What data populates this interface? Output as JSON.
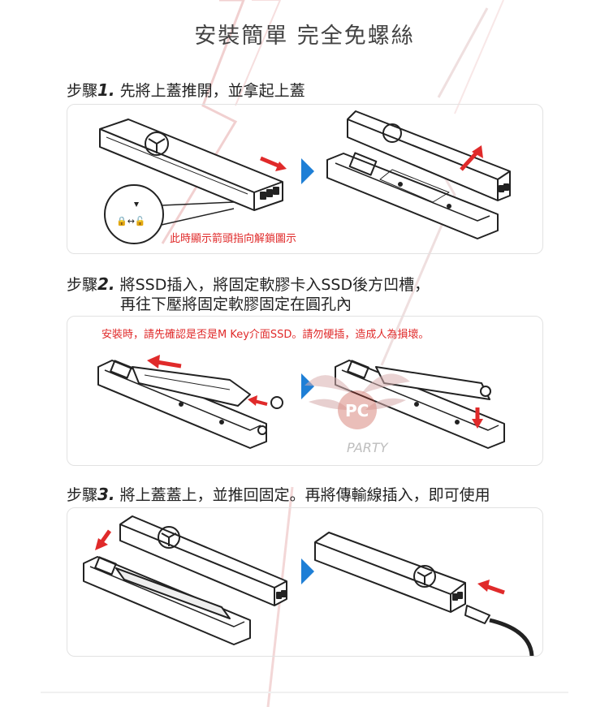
{
  "title": "安裝簡單  完全免螺絲",
  "steps": [
    {
      "prefix": "步驟",
      "num": "1.",
      "text": " 先將上蓋推開，並拿起上蓋",
      "note": "此時顯示箭頭指向解鎖圖示"
    },
    {
      "prefix": "步驟",
      "num": "2.",
      "text": " 將SSD插入，將固定軟膠卡入SSD後方凹槽，",
      "text2": "再往下壓將固定軟膠固定在圓孔內",
      "note": "安裝時，請先確認是否是M Key介面SSD。請勿硬插，造成人為損壞。"
    },
    {
      "prefix": "步驟",
      "num": "3.",
      "text": " 將上蓋蓋上，並推回固定。再將傳輸線插入，即可使用"
    }
  ],
  "watermark": {
    "text": "PARTY",
    "logo": "PC"
  },
  "colors": {
    "accent_red": "#e02a2a",
    "arrow_blue": "#1e7fd6",
    "outline": "#222222",
    "watermark": "#c0392b"
  }
}
